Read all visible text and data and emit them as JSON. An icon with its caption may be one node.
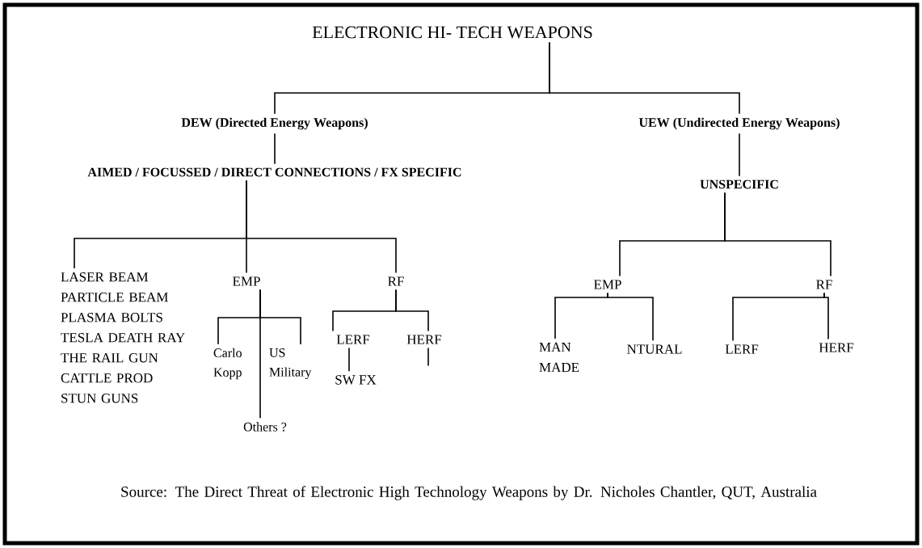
{
  "diagram": {
    "nodes": [
      {
        "text": [
          "ELECTRONIC HI- TECH WEAPONS"
        ]
      },
      {
        "text": [
          "DEW (Directed Energy Weapons)"
        ]
      },
      {
        "text": [
          "UEW (Undirected Energy Weapons)"
        ]
      },
      {
        "text": [
          "AIMED / FOCUSSED / DIRECT CONNECTIONS / FX SPECIFIC"
        ]
      },
      {
        "text": [
          "UNSPECIFIC"
        ]
      },
      {
        "text": [
          "LASER BEAM",
          "PARTICLE BEAM",
          "PLASMA BOLTS",
          "TESLA DEATH RAY",
          "THE RAIL GUN",
          "CATTLE PROD",
          "STUN GUNS"
        ]
      },
      {
        "text": [
          "EMP"
        ]
      },
      {
        "text": [
          "RF"
        ]
      },
      {
        "text": [
          "Carlo Kopp"
        ]
      },
      {
        "text": [
          "US Military"
        ]
      },
      {
        "text": [
          "Others ?"
        ]
      },
      {
        "text": [
          "LERF"
        ]
      },
      {
        "text": [
          "HERF"
        ]
      },
      {
        "text": [
          "SW FX"
        ]
      },
      {
        "text": [
          "EMP"
        ]
      },
      {
        "text": [
          "RF"
        ]
      },
      {
        "text": [
          "MAN MADE"
        ]
      },
      {
        "text": [
          "NTURAL"
        ]
      },
      {
        "text": [
          "LERF"
        ]
      },
      {
        "text": [
          "HERF"
        ]
      }
    ],
    "edges": [
      {
        "from": 0,
        "to": 1,
        "arrow": "none"
      },
      {
        "from": 0,
        "to": 2,
        "arrow": "none"
      },
      {
        "from": 1,
        "to": 3,
        "arrow": "none"
      },
      {
        "from": 2,
        "to": 4,
        "arrow": "none"
      },
      {
        "from": 3,
        "to": 5,
        "arrow": "none"
      },
      {
        "from": 3,
        "to": 6,
        "arrow": "none"
      },
      {
        "from": 3,
        "to": 7,
        "arrow": "none"
      },
      {
        "from": 6,
        "to": 8,
        "arrow": "none"
      },
      {
        "from": 6,
        "to": 9,
        "arrow": "none"
      },
      {
        "from": 6,
        "to": 10,
        "arrow": "none"
      },
      {
        "from": 7,
        "to": 11,
        "arrow": "none"
      },
      {
        "from": 7,
        "to": 12,
        "arrow": "none"
      },
      {
        "from": 11,
        "to": 13,
        "arrow": "none"
      },
      {
        "from": 12,
        "to": null,
        "arrow": "none"
      },
      {
        "from": 4,
        "to": 14,
        "arrow": "none"
      },
      {
        "from": 4,
        "to": 15,
        "arrow": "none"
      },
      {
        "from": 14,
        "to": 16,
        "arrow": "none"
      },
      {
        "from": 14,
        "to": 17,
        "arrow": "none"
      },
      {
        "from": 15,
        "to": 18,
        "arrow": "none"
      },
      {
        "from": 15,
        "to": 19,
        "arrow": "none"
      }
    ],
    "caption": "Source: The Direct Threat of Electronic High Technology Weapons by Dr. Nicholes Chantler, QUT, Australia"
  }
}
